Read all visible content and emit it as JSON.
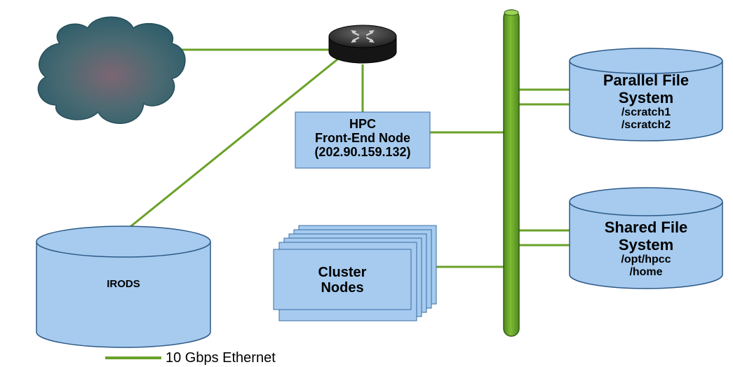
{
  "colors": {
    "link": "#6aa128",
    "bus": "#6aa128",
    "bus_outline": "#2f5d12",
    "storage_fill": "#a6cbef",
    "storage_outline": "#2e5a87",
    "node_fill": "#a6cbef",
    "node_outline": "#3b6ea5",
    "cloud_outer": "#2b5c6a",
    "cloud_inner": "#7c6673",
    "router": "#222222"
  },
  "icons": {
    "internet": "cloud-icon",
    "router": "router-icon"
  },
  "front_end": {
    "line1": "HPC",
    "line2": "Front-End Node",
    "line3": "(202.90.159.132)"
  },
  "cluster": {
    "line1": "Cluster",
    "line2": "Nodes"
  },
  "parallel_fs": {
    "line1": "Parallel File",
    "line2": "System",
    "line3": "/scratch1",
    "line4": "/scratch2"
  },
  "shared_fs": {
    "line1": "Shared File",
    "line2": "System",
    "line3": "/opt/hpcc",
    "line4": "/home"
  },
  "irods": {
    "label": "IRODS"
  },
  "legend": {
    "label": "10 Gbps Ethernet"
  }
}
